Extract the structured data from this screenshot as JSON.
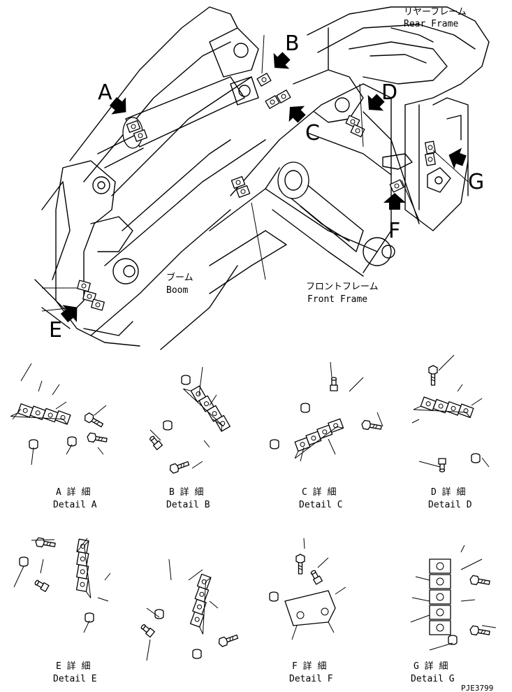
{
  "callouts": {
    "a": "A",
    "b": "B",
    "c": "C",
    "d": "D",
    "e": "E",
    "f": "F",
    "g": "G"
  },
  "parts": {
    "rear_frame_jp": "リヤーフレーム",
    "rear_frame_en": "Rear Frame",
    "boom_jp": "ブーム",
    "boom_en": "Boom",
    "front_frame_jp": "フロントフレーム",
    "front_frame_en": "Front Frame"
  },
  "details": [
    {
      "jp": "A 詳 細",
      "en": "Detail A"
    },
    {
      "jp": "B 詳 細",
      "en": "Detail B"
    },
    {
      "jp": "C 詳 細",
      "en": "Detail C"
    },
    {
      "jp": "D 詳 細",
      "en": "Detail D"
    },
    {
      "jp": "E 詳 細",
      "en": "Detail E"
    },
    {
      "jp": "F 詳 細",
      "en": "Detail F"
    },
    {
      "jp": "G 詳 細",
      "en": "Detail G"
    }
  ],
  "drawing_number": "PJE3799",
  "colors": {
    "ink": "#000000",
    "paper": "#ffffff"
  },
  "icons": [
    "arrow-icon",
    "grease-fitting-icon",
    "bolt-icon",
    "plug-icon"
  ]
}
